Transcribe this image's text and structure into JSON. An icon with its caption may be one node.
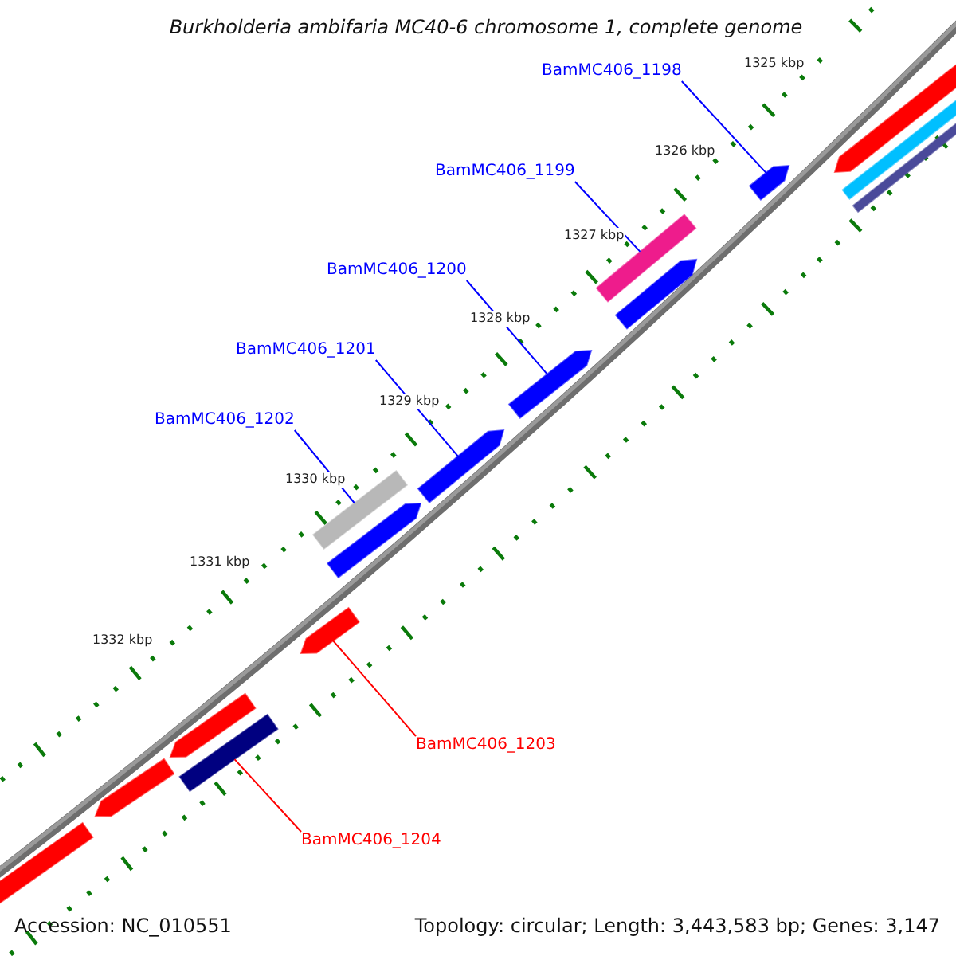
{
  "diagram": {
    "title": "Burkholderia ambifaria MC40-6 chromosome 1, complete genome",
    "nodes": [
      {
        "text": [
          "BamMC406_1198"
        ]
      },
      {
        "text": [
          "BamMC406_1199"
        ]
      },
      {
        "text": [
          "BamMC406_1200"
        ]
      },
      {
        "text": [
          "BamMC406_1201"
        ]
      },
      {
        "text": [
          "BamMC406_1202"
        ]
      },
      {
        "text": [
          "BamMC406_1203"
        ]
      },
      {
        "text": [
          "BamMC406_1204"
        ]
      },
      {
        "text": [],
        "shape": "arrow"
      },
      {
        "text": [],
        "shape": "bar"
      },
      {
        "text": [],
        "shape": "arrow"
      },
      {
        "text": [],
        "shape": "arrow"
      },
      {
        "text": [],
        "shape": "arrow"
      },
      {
        "text": [],
        "shape": "bar"
      },
      {
        "text": [],
        "shape": "arrow"
      },
      {
        "text": [],
        "shape": "arrow"
      },
      {
        "text": [],
        "shape": "arrow"
      },
      {
        "text": [],
        "shape": "bar"
      },
      {
        "text": [],
        "shape": "arrow"
      },
      {
        "text": [],
        "shape": "bar"
      },
      {
        "text": [],
        "shape": "arrow"
      },
      {
        "text": [],
        "shape": "bar"
      },
      {
        "text": [],
        "shape": "bar"
      }
    ],
    "edges": [
      {
        "from": 0,
        "to": 7,
        "arrow": "none"
      },
      {
        "from": 1,
        "to": 8,
        "arrow": "none"
      },
      {
        "from": 2,
        "to": 10,
        "arrow": "none"
      },
      {
        "from": 3,
        "to": 11,
        "arrow": "none"
      },
      {
        "from": 4,
        "to": 12,
        "arrow": "none"
      },
      {
        "from": 5,
        "to": 14,
        "arrow": "none",
        "color": "#ff0000"
      },
      {
        "from": 6,
        "to": 16,
        "arrow": "none",
        "color": "#ff0000"
      }
    ],
    "labels": [
      "1325 kbp",
      "1326 kbp",
      "1327 kbp",
      "1328 kbp",
      "1329 kbp",
      "1330 kbp",
      "1331 kbp",
      "1332 kbp",
      "Accession: NC_010551",
      "Topology: circular; Length: 3,443,583 bp; Genes: 3,147"
    ]
  }
}
